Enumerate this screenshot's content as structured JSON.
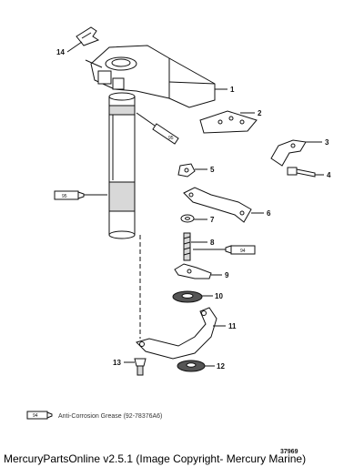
{
  "callouts": [
    {
      "id": "1",
      "label": "1"
    },
    {
      "id": "2",
      "label": "2"
    },
    {
      "id": "3",
      "label": "3"
    },
    {
      "id": "4",
      "label": "4"
    },
    {
      "id": "5",
      "label": "5"
    },
    {
      "id": "6",
      "label": "6"
    },
    {
      "id": "7",
      "label": "7"
    },
    {
      "id": "8",
      "label": "8"
    },
    {
      "id": "9",
      "label": "9"
    },
    {
      "id": "10",
      "label": "10"
    },
    {
      "id": "11",
      "label": "11"
    },
    {
      "id": "12",
      "label": "12"
    },
    {
      "id": "13",
      "label": "13"
    },
    {
      "id": "14",
      "label": "14"
    }
  ],
  "lubricant_tags": {
    "a": "95",
    "b": "95",
    "c": "94"
  },
  "legend": {
    "tag": "94",
    "text": "Anti-Corrosion Grease (92-78376A6)"
  },
  "figure_number": "37969",
  "copyright": "MercuryPartsOnline v2.5.1 (Image Copyright- Mercury Marine)"
}
